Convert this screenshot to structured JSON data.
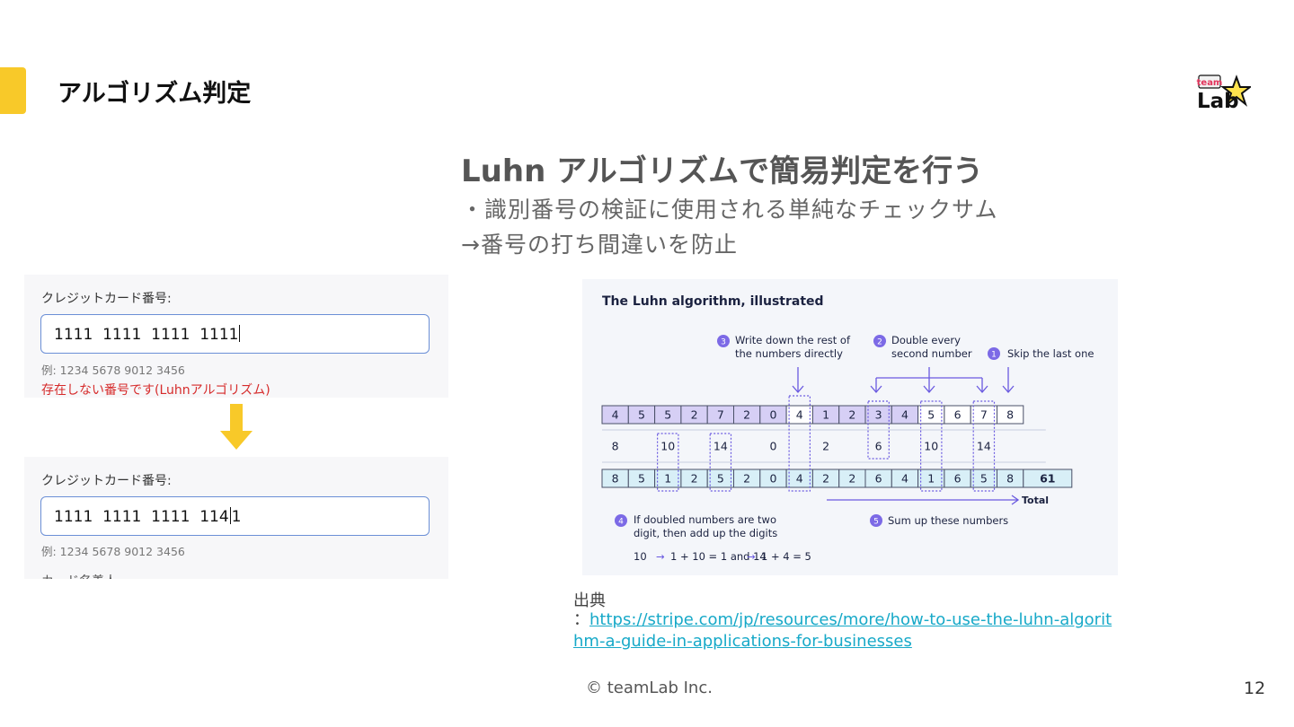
{
  "slide": {
    "title": "アルゴリズム判定",
    "headline": "Luhn アルゴリズムで簡易判定を行う",
    "bullet1": "・識別番号の検証に使用される単純なチェックサム",
    "bullet2": "→番号の打ち間違いを防止",
    "logo_text_top": "team",
    "logo_text_bottom": "Lab",
    "accent_color": "#f8c929"
  },
  "form_before": {
    "label": "クレジットカード番号:",
    "value": "1111  1111  1111  1111",
    "hint": "例: 1234 5678 9012 3456",
    "error": "存在しない番号です(Luhnアルゴリズム)"
  },
  "form_after": {
    "label": "クレジットカード番号:",
    "value_before_caret": "1111  1111  1111  114",
    "value_after_caret": "1",
    "hint": "例: 1234 5678 9012 3456",
    "next_label_cut": "カード名義人"
  },
  "luhn": {
    "title": "The Luhn algorithm, illustrated",
    "step3": [
      "Write down the rest of",
      "the numbers directly"
    ],
    "step2": [
      "Double every",
      "second number"
    ],
    "step1": "Skip the last one",
    "row1": [
      "4",
      "5",
      "5",
      "2",
      "7",
      "2",
      "0",
      "4",
      "1",
      "2",
      "3",
      "4",
      "5",
      "6",
      "7",
      "8"
    ],
    "row2": [
      "8",
      "",
      "10",
      "",
      "14",
      "",
      "0",
      "",
      "2",
      "",
      "6",
      "",
      "10",
      "",
      "14",
      ""
    ],
    "row3": [
      "8",
      "5",
      "1",
      "2",
      "5",
      "2",
      "0",
      "4",
      "2",
      "2",
      "6",
      "4",
      "1",
      "6",
      "5",
      "8"
    ],
    "total_value": "61",
    "total_label": "Total",
    "step4": [
      "If doubled numbers are two",
      "digit, then add up the digits"
    ],
    "step5": "Sum up these numbers",
    "example_a1": "10",
    "example_a2": "1 + 10 = 1 and 14",
    "example_b": "1 + 4 = 5",
    "step_numbers": [
      "1",
      "2",
      "3",
      "4",
      "5"
    ]
  },
  "source": {
    "label": "出典",
    "prefix": "：",
    "url": "https://stripe.com/jp/resources/more/how-to-use-the-luhn-algorithm-a-guide-in-applications-for-businesses"
  },
  "footer": {
    "copyright": "© teamLab Inc.",
    "page_number": "12"
  }
}
